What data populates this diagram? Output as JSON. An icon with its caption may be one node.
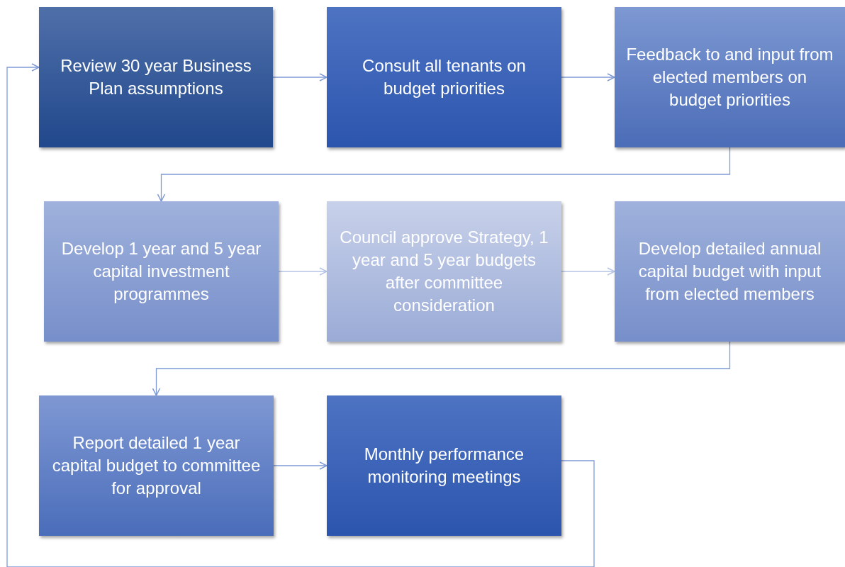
{
  "diagram": {
    "nodes": [
      {
        "text": [
          "Review 30 year Business Plan assumptions"
        ]
      },
      {
        "text": [
          "Consult all tenants on budget priorities"
        ]
      },
      {
        "text": [
          "Feedback to and input from elected members on budget priorities"
        ]
      },
      {
        "text": [
          "Develop 1 year and 5 year capital investment programmes"
        ]
      },
      {
        "text": [
          "Council approve Strategy, 1 year and 5 year budgets after committee consideration"
        ]
      },
      {
        "text": [
          "Develop detailed annual capital budget with input from elected members"
        ]
      },
      {
        "text": [
          "Report detailed 1 year capital budget to committee for approval"
        ]
      },
      {
        "text": [
          "Monthly performance monitoring meetings"
        ]
      }
    ],
    "edges": [
      {
        "from": 0,
        "to": 1,
        "arrow": "to"
      },
      {
        "from": 1,
        "to": 2,
        "arrow": "to"
      },
      {
        "from": 2,
        "to": 3,
        "arrow": "to"
      },
      {
        "from": 3,
        "to": 4,
        "arrow": "to",
        "color": "#b4c3e6"
      },
      {
        "from": 4,
        "to": 5,
        "arrow": "to",
        "color": "#b4c3e6"
      },
      {
        "from": 5,
        "to": 6,
        "arrow": "to"
      },
      {
        "from": 6,
        "to": 7,
        "arrow": "to"
      },
      {
        "from": 7,
        "to": 0,
        "arrow": "to"
      }
    ]
  }
}
